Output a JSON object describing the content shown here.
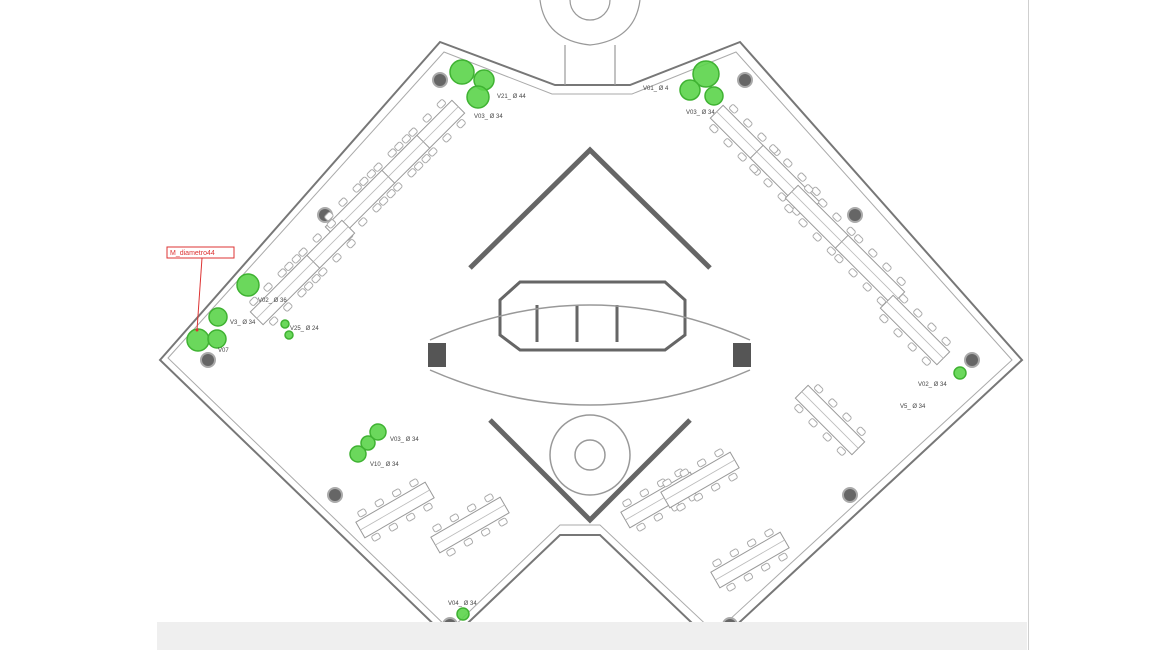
{
  "drawing": {
    "callout": "M_diametro44",
    "labels": [
      {
        "id": "v1",
        "text": "V21_ Ø 44"
      },
      {
        "id": "v2",
        "text": "V03_ Ø 34"
      },
      {
        "id": "v3",
        "text": "V01_ Ø 4"
      },
      {
        "id": "v4",
        "text": "V03_ Ø 34"
      },
      {
        "id": "v5",
        "text": "V02_ Ø 36"
      },
      {
        "id": "v6",
        "text": "V3_ Ø 34"
      },
      {
        "id": "v7",
        "text": "V25_ Ø 24"
      },
      {
        "id": "v8",
        "text": "V07"
      },
      {
        "id": "v9",
        "text": "V03_ Ø 34"
      },
      {
        "id": "v10",
        "text": "V10_ Ø 34"
      },
      {
        "id": "v11",
        "text": "V04_ Ø 34"
      },
      {
        "id": "v12",
        "text": "V02_ Ø 34"
      },
      {
        "id": "v13",
        "text": "V5_ Ø 34"
      }
    ],
    "colors": {
      "tree": "#5bd44a",
      "tree_dark": "#3fb232",
      "wall": "#666666",
      "line": "#9a9a9a",
      "callout": "#d33333"
    }
  }
}
